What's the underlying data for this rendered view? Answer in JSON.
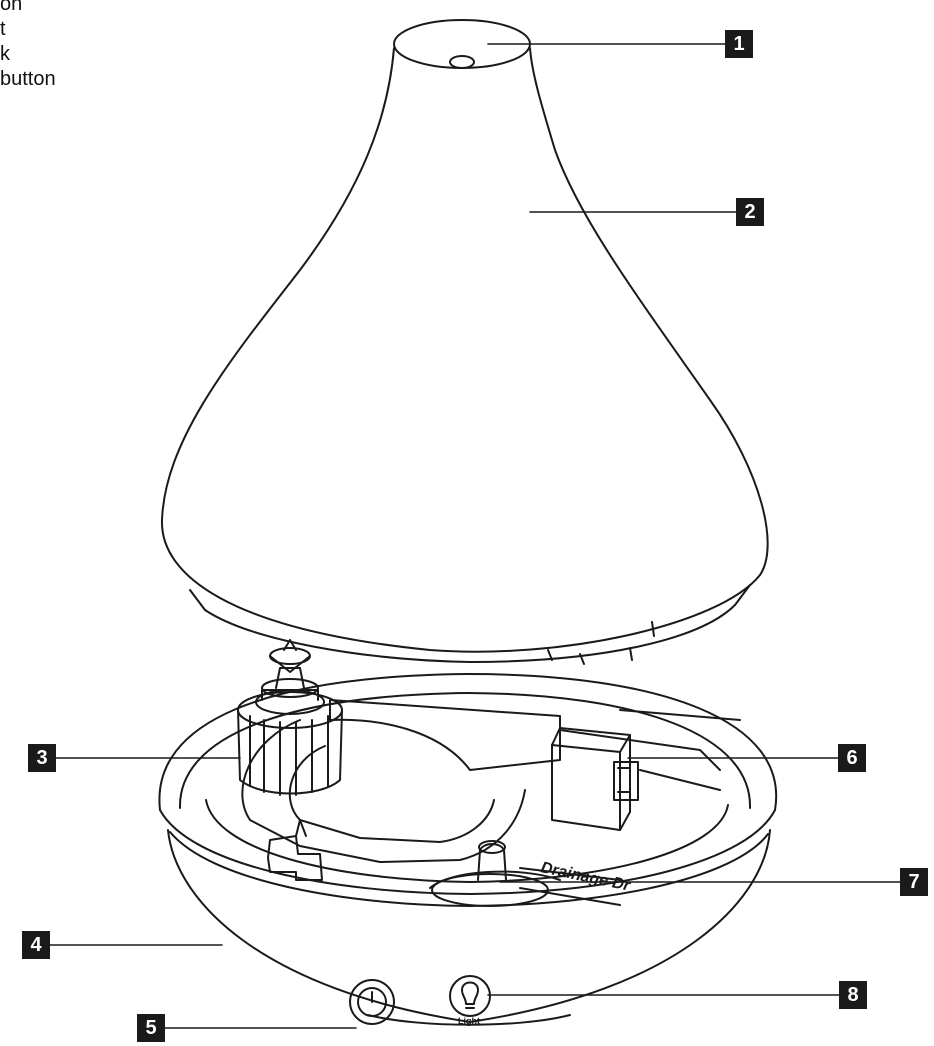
{
  "legend": {
    "lines": [
      "on",
      "t",
      "k",
      "button"
    ]
  },
  "callouts": [
    "1",
    "2",
    "3",
    "4",
    "5",
    "6",
    "7",
    "8"
  ],
  "base_labels": {
    "drain_text": "Drainage Dr",
    "light_text": "Light"
  },
  "colors": {
    "line": "#1a1a1a",
    "callout_bg": "#1a1a1a",
    "callout_text": "#ffffff"
  }
}
